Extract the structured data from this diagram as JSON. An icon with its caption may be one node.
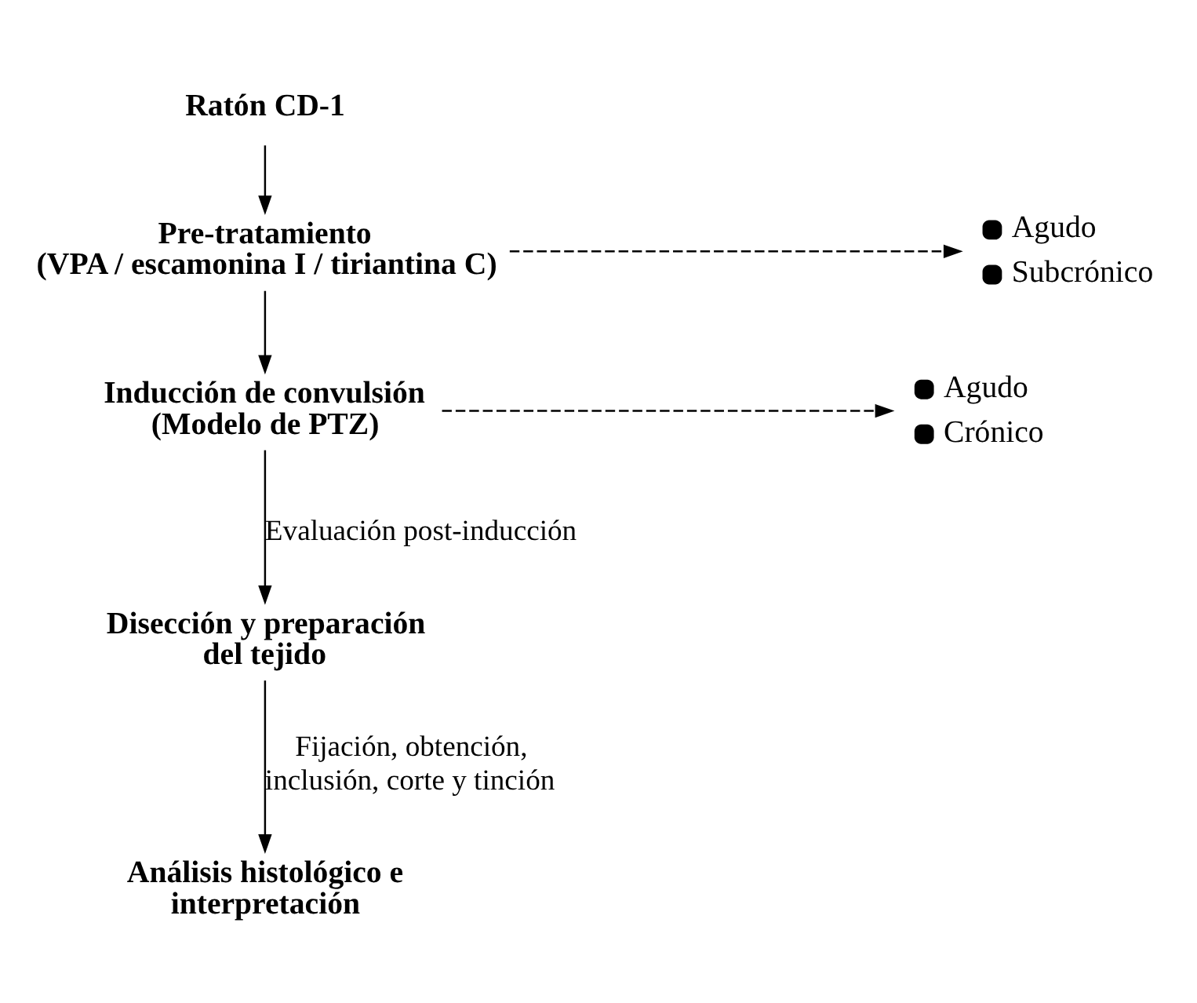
{
  "diagram": {
    "nodes": [
      {
        "text": [
          "Ratón CD-1"
        ]
      },
      {
        "text": [
          "Pre-tratamiento",
          "(VPA / escamonina I / tiriantina C)"
        ]
      },
      {
        "text": [
          "Agudo",
          "Subcrónico"
        ]
      },
      {
        "text": [
          "Inducción de convulsión",
          "(Modelo de PTZ)"
        ]
      },
      {
        "text": [
          "Agudo",
          "Crónico"
        ]
      },
      {
        "text": [
          "Disección y preparación del tejido"
        ]
      },
      {
        "text": [
          "Análisis histológico e interpretación"
        ]
      }
    ],
    "edges": [
      {
        "from": 0,
        "to": 1,
        "arrow": "to"
      },
      {
        "from": 1,
        "to": 2,
        "arrow": "to",
        "style": "dashed"
      },
      {
        "from": 1,
        "to": 3,
        "arrow": "to"
      },
      {
        "from": 3,
        "to": 4,
        "arrow": "to",
        "style": "dashed"
      },
      {
        "from": 3,
        "to": 5,
        "arrow": "to",
        "label": "Evaluación post-inducción"
      },
      {
        "from": 5,
        "to": 6,
        "arrow": "to",
        "label": "Fijación, obtención, inclusión, corte y tinción"
      }
    ]
  }
}
